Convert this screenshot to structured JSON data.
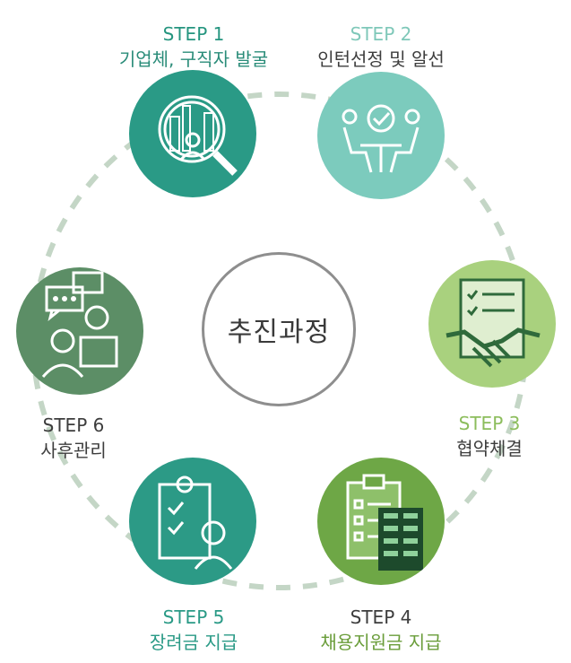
{
  "center_title": "추진과정",
  "colors": {
    "ring": "#c4d6c6",
    "step1": "#2a9a86",
    "step2": "#7ccbbd",
    "step3": "#a9d17e",
    "step4": "#6ea746",
    "step5": "#2c9a86",
    "step6": "#5c8e66",
    "center_border": "#8e8e8e"
  },
  "steps": [
    {
      "id": 1,
      "num": "STEP 1",
      "title": "기업체, 구직자 발굴",
      "icon": "search-magnifier-person-icon"
    },
    {
      "id": 2,
      "num": "STEP 2",
      "title": "인턴선정 및 알선",
      "icon": "meeting-checkmark-icon"
    },
    {
      "id": 3,
      "num": "STEP 3",
      "title": "협약체결",
      "icon": "handshake-contract-icon"
    },
    {
      "id": 4,
      "num": "STEP 4",
      "title": "채용지원금 지급",
      "icon": "clipboard-checklist-icon"
    },
    {
      "id": 5,
      "num": "STEP 5",
      "title": "장려금 지급",
      "icon": "clipboard-checks-person-icon"
    },
    {
      "id": 6,
      "num": "STEP 6",
      "title": "사후관리",
      "icon": "consultation-chat-icon"
    }
  ]
}
